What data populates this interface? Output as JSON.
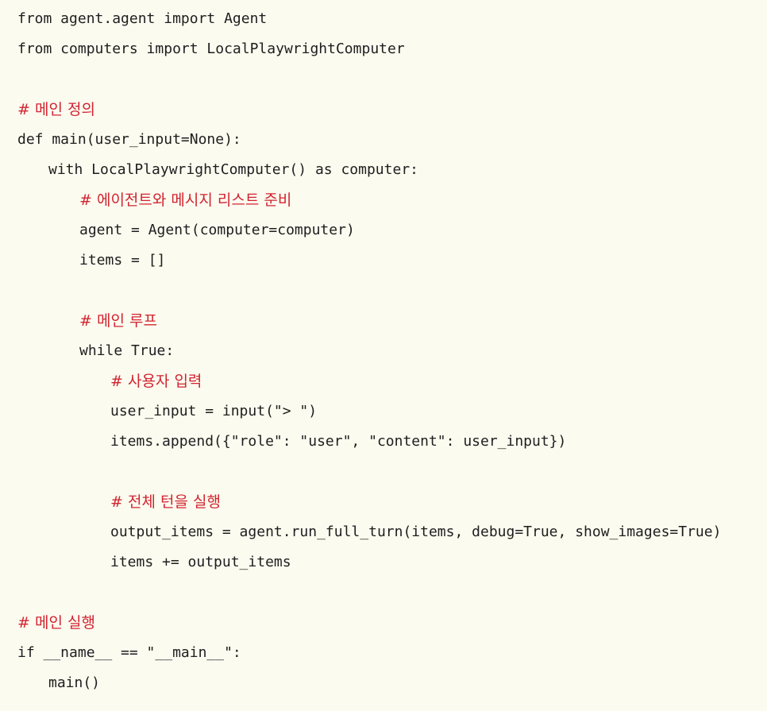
{
  "code": {
    "lines": [
      {
        "text": "from agent.agent import Agent",
        "type": "code",
        "indent": 0
      },
      {
        "text": "from computers import LocalPlaywrightComputer",
        "type": "code",
        "indent": 0
      },
      {
        "text": "",
        "type": "blank",
        "indent": 0
      },
      {
        "text": "# 메인 정의",
        "type": "comment",
        "indent": 0
      },
      {
        "text": "def main(user_input=None):",
        "type": "code",
        "indent": 0
      },
      {
        "text": "with LocalPlaywrightComputer() as computer:",
        "type": "code",
        "indent": 1
      },
      {
        "text": "# 에이전트와 메시지 리스트 준비",
        "type": "comment",
        "indent": 2
      },
      {
        "text": "agent = Agent(computer=computer)",
        "type": "code",
        "indent": 2
      },
      {
        "text": "items = []",
        "type": "code",
        "indent": 2
      },
      {
        "text": "",
        "type": "blank",
        "indent": 0
      },
      {
        "text": "# 메인 루프",
        "type": "comment",
        "indent": 2
      },
      {
        "text": "while True:",
        "type": "code",
        "indent": 2
      },
      {
        "text": "# 사용자 입력",
        "type": "comment",
        "indent": 3
      },
      {
        "text": "user_input = input(\"> \")",
        "type": "code",
        "indent": 3
      },
      {
        "text": "items.append({\"role\": \"user\", \"content\": user_input})",
        "type": "code",
        "indent": 3
      },
      {
        "text": "",
        "type": "blank",
        "indent": 0
      },
      {
        "text": "# 전체 턴을 실행",
        "type": "comment",
        "indent": 3
      },
      {
        "text": "output_items = agent.run_full_turn(items, debug=True, show_images=True)",
        "type": "code",
        "indent": 3
      },
      {
        "text": "items += output_items",
        "type": "code",
        "indent": 3
      },
      {
        "text": "",
        "type": "blank",
        "indent": 0
      },
      {
        "text": "# 메인 실행",
        "type": "comment",
        "indent": 0
      },
      {
        "text": "if __name__ == \"__main__\":",
        "type": "code",
        "indent": 0
      },
      {
        "text": "main()",
        "type": "code",
        "indent": 1
      }
    ]
  }
}
